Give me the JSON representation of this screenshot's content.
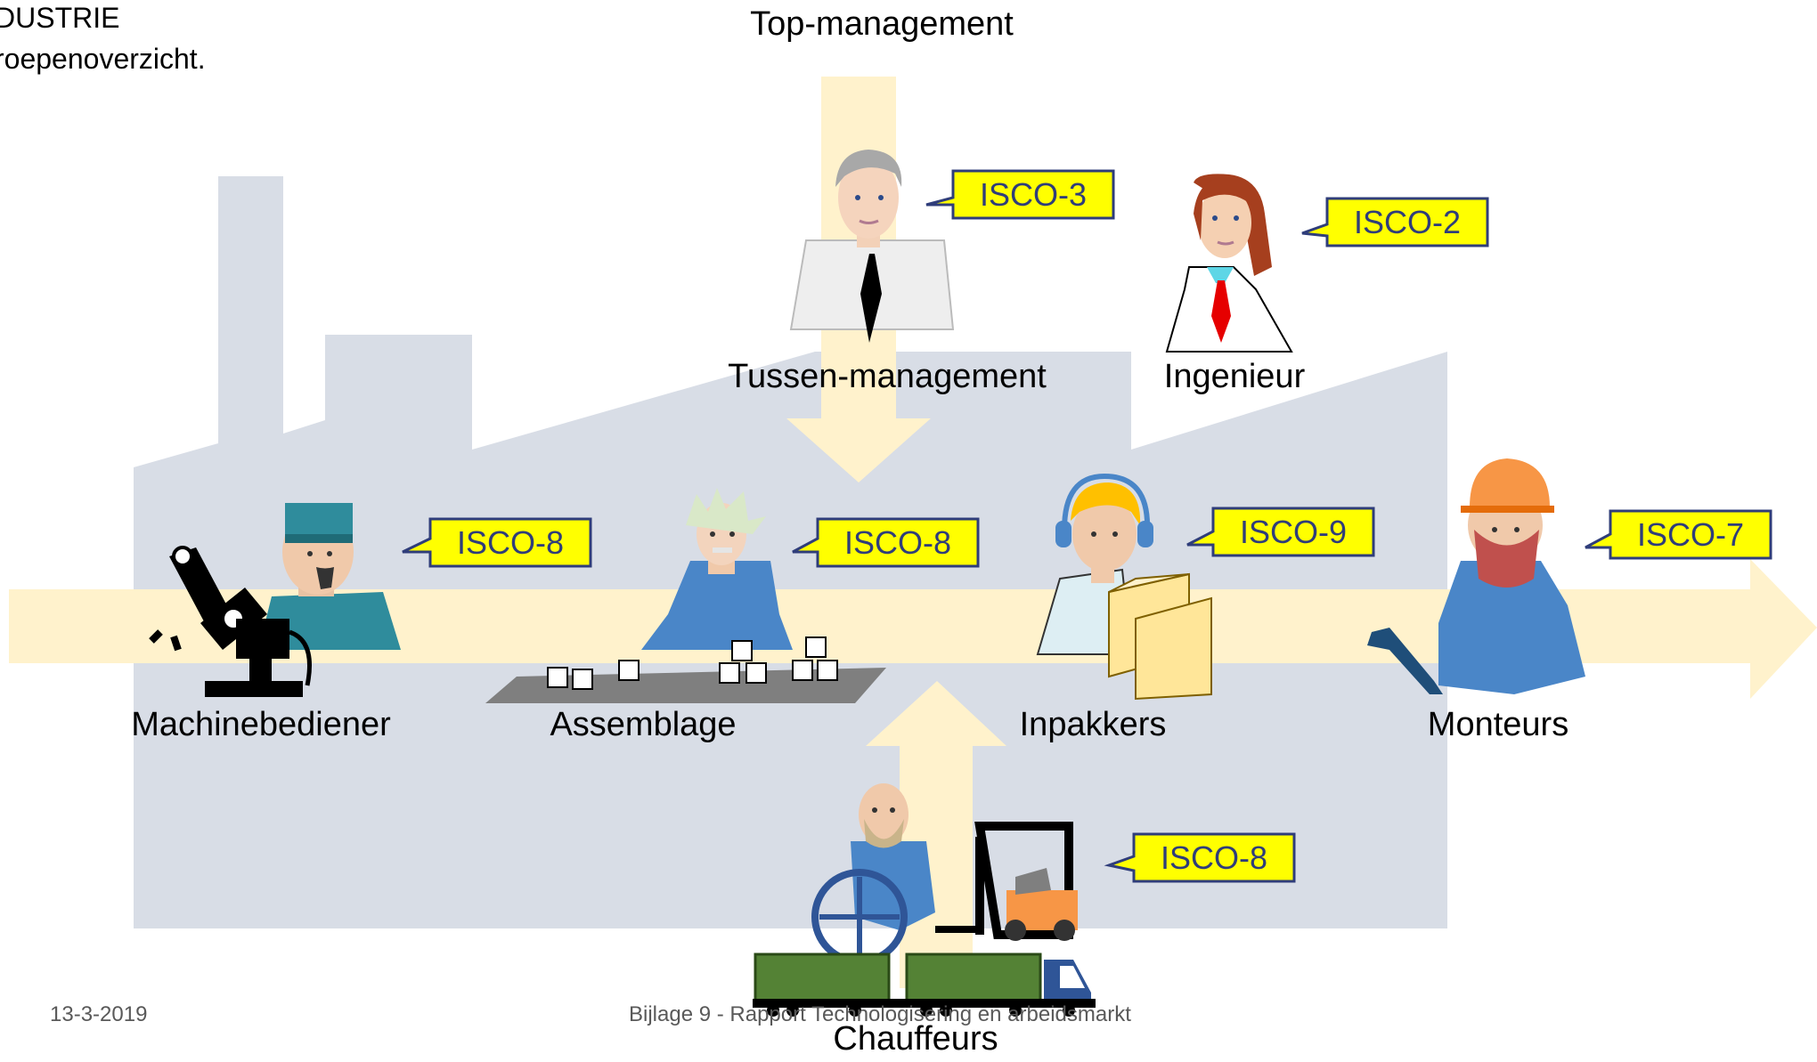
{
  "header": {
    "line1": "DUSTRIE",
    "line2": "roepenoverzicht."
  },
  "top_label": "Top-management",
  "roles": [
    {
      "id": "tussen-management",
      "label": "Tussen-management",
      "isco": "ISCO-3"
    },
    {
      "id": "ingenieur",
      "label": "Ingenieur",
      "isco": "ISCO-2"
    },
    {
      "id": "machinebediener",
      "label": "Machinebediener",
      "isco": "ISCO-8"
    },
    {
      "id": "assemblage",
      "label": "Assemblage",
      "isco": "ISCO-8"
    },
    {
      "id": "inpakkers",
      "label": "Inpakkers",
      "isco": "ISCO-9"
    },
    {
      "id": "monteurs",
      "label": "Monteurs",
      "isco": "ISCO-7"
    },
    {
      "id": "chauffeurs",
      "label": "Chauffeurs",
      "isco": "ISCO-8"
    }
  ],
  "footer": {
    "date": "13-3-2019",
    "title": "Bijlage 9 - Rapport Technologisering en arbeidsmarkt"
  },
  "colors": {
    "factory": "#d8dde6",
    "arrow": "#fff2cc",
    "callout_fill": "#ffff00",
    "callout_border": "#2f3d7a",
    "callout_text": "#2f3d7a",
    "worker_blue": "#4a86c8"
  }
}
